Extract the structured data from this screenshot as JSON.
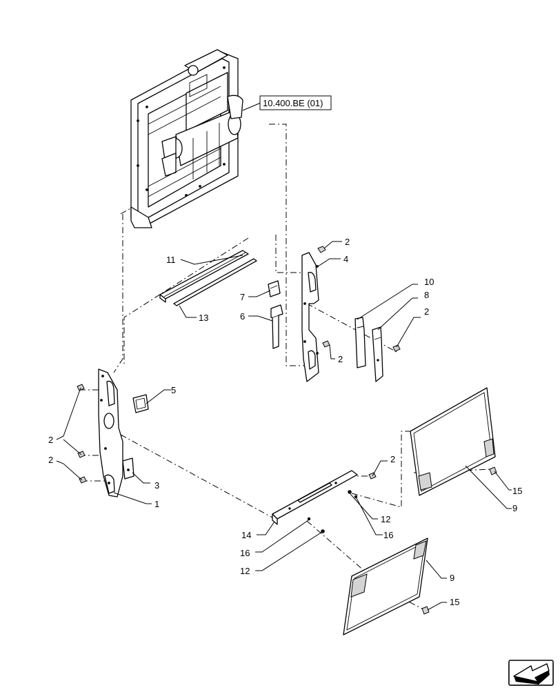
{
  "reference": {
    "label": "10.400.BE (01)"
  },
  "callouts": {
    "c2a": "2",
    "c4": "4",
    "c11": "11",
    "c13": "13",
    "c7": "7",
    "c6": "6",
    "c2b": "2",
    "c10": "10",
    "c8": "8",
    "c2c": "2",
    "c5": "5",
    "c2d": "2",
    "c2e": "2",
    "c3": "3",
    "c1": "1",
    "c2f": "2",
    "c15a": "15",
    "c9a": "9",
    "c12a": "12",
    "c16a": "16",
    "c14": "14",
    "c16b": "16",
    "c12b": "12",
    "c9b": "9",
    "c15b": "15"
  },
  "nav": {
    "icon": "arrow-icon"
  }
}
